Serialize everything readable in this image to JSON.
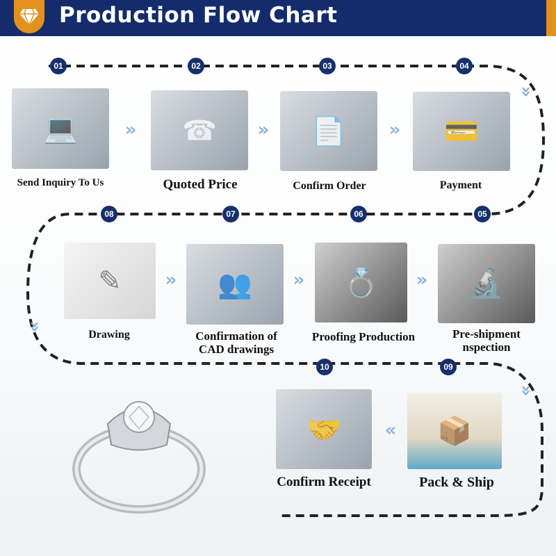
{
  "header": {
    "title": "Production Flow Chart",
    "logo_icon": "diamond-icon"
  },
  "colors": {
    "navy": "#142c6c",
    "orange": "#e2901e",
    "chevron": "#8db4d8"
  },
  "steps": [
    {
      "num": "01",
      "label": "Send Inquiry To Us"
    },
    {
      "num": "02",
      "label": "Quoted Price"
    },
    {
      "num": "03",
      "label": "Confirm Order"
    },
    {
      "num": "04",
      "label": "Payment"
    },
    {
      "num": "05",
      "label": "Pre-shipment nspection"
    },
    {
      "num": "06",
      "label": "Proofing Production"
    },
    {
      "num": "07",
      "label": "Confirmation of CAD drawings"
    },
    {
      "num": "08",
      "label": "Drawing"
    },
    {
      "num": "09",
      "label": "Pack & Ship"
    },
    {
      "num": "10",
      "label": "Confirm Receipt"
    }
  ],
  "labels_split": {
    "s5a": "Pre-shipment",
    "s5b": "nspection",
    "s7a": "Confirmation of",
    "s7b": "CAD drawings"
  },
  "chevron": "»"
}
